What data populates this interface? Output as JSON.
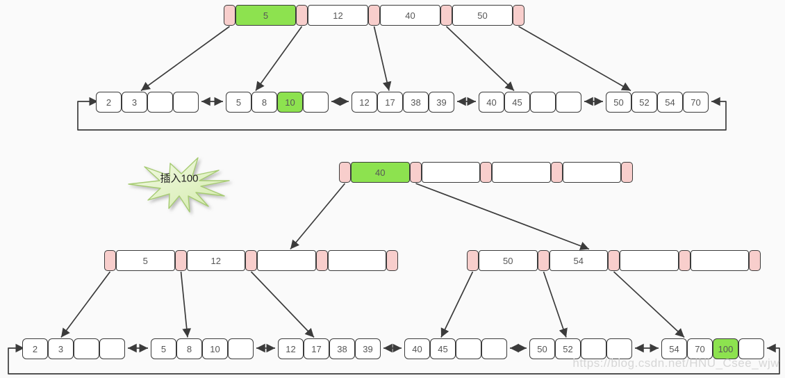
{
  "page": {
    "watermark": "https://blog.csdn.net/HNU_Csee_wjw",
    "background": "#fafafa"
  },
  "colors": {
    "highlight_green": "#8de24f",
    "pointer_pink": "#f8cecc",
    "cell_white": "#ffffff",
    "stroke_dark": "#3b3b3b",
    "burst_fill_top": "#f4fae7",
    "burst_fill_bottom": "#d3ebab",
    "burst_stroke": "#a6cb72",
    "watermark_gray": "#d6d6d6"
  },
  "burst": {
    "label": "插入100"
  },
  "tree_before": {
    "root": {
      "keys": [
        {
          "v": "5",
          "hl": true
        },
        {
          "v": "12"
        },
        {
          "v": "40"
        },
        {
          "v": "50"
        }
      ]
    },
    "leaves": [
      {
        "cells": [
          {
            "v": "2"
          },
          {
            "v": "3"
          },
          {
            "v": ""
          },
          {
            "v": ""
          }
        ]
      },
      {
        "cells": [
          {
            "v": "5"
          },
          {
            "v": "8"
          },
          {
            "v": "10",
            "hl": true
          },
          {
            "v": ""
          }
        ]
      },
      {
        "cells": [
          {
            "v": "12"
          },
          {
            "v": "17"
          },
          {
            "v": "38"
          },
          {
            "v": "39"
          }
        ]
      },
      {
        "cells": [
          {
            "v": "40"
          },
          {
            "v": "45"
          },
          {
            "v": ""
          },
          {
            "v": ""
          }
        ]
      },
      {
        "cells": [
          {
            "v": "50"
          },
          {
            "v": "52"
          },
          {
            "v": "54"
          },
          {
            "v": "70"
          }
        ]
      }
    ]
  },
  "tree_after": {
    "root": {
      "keys": [
        {
          "v": "40",
          "hl": true
        },
        {
          "v": ""
        },
        {
          "v": ""
        },
        {
          "v": ""
        }
      ]
    },
    "internals": [
      {
        "keys": [
          {
            "v": "5"
          },
          {
            "v": "12"
          },
          {
            "v": ""
          },
          {
            "v": ""
          }
        ]
      },
      {
        "keys": [
          {
            "v": "50"
          },
          {
            "v": "54"
          },
          {
            "v": ""
          },
          {
            "v": ""
          }
        ]
      }
    ],
    "leaves": [
      {
        "cells": [
          {
            "v": "2"
          },
          {
            "v": "3"
          },
          {
            "v": ""
          },
          {
            "v": ""
          }
        ]
      },
      {
        "cells": [
          {
            "v": "5"
          },
          {
            "v": "8"
          },
          {
            "v": "10"
          },
          {
            "v": ""
          }
        ]
      },
      {
        "cells": [
          {
            "v": "12"
          },
          {
            "v": "17"
          },
          {
            "v": "38"
          },
          {
            "v": "39"
          }
        ]
      },
      {
        "cells": [
          {
            "v": "40"
          },
          {
            "v": "45"
          },
          {
            "v": ""
          },
          {
            "v": ""
          }
        ]
      },
      {
        "cells": [
          {
            "v": "50"
          },
          {
            "v": "52"
          },
          {
            "v": ""
          },
          {
            "v": ""
          }
        ]
      },
      {
        "cells": [
          {
            "v": "54"
          },
          {
            "v": "70"
          },
          {
            "v": "100",
            "hl": true
          },
          {
            "v": ""
          }
        ]
      }
    ]
  }
}
